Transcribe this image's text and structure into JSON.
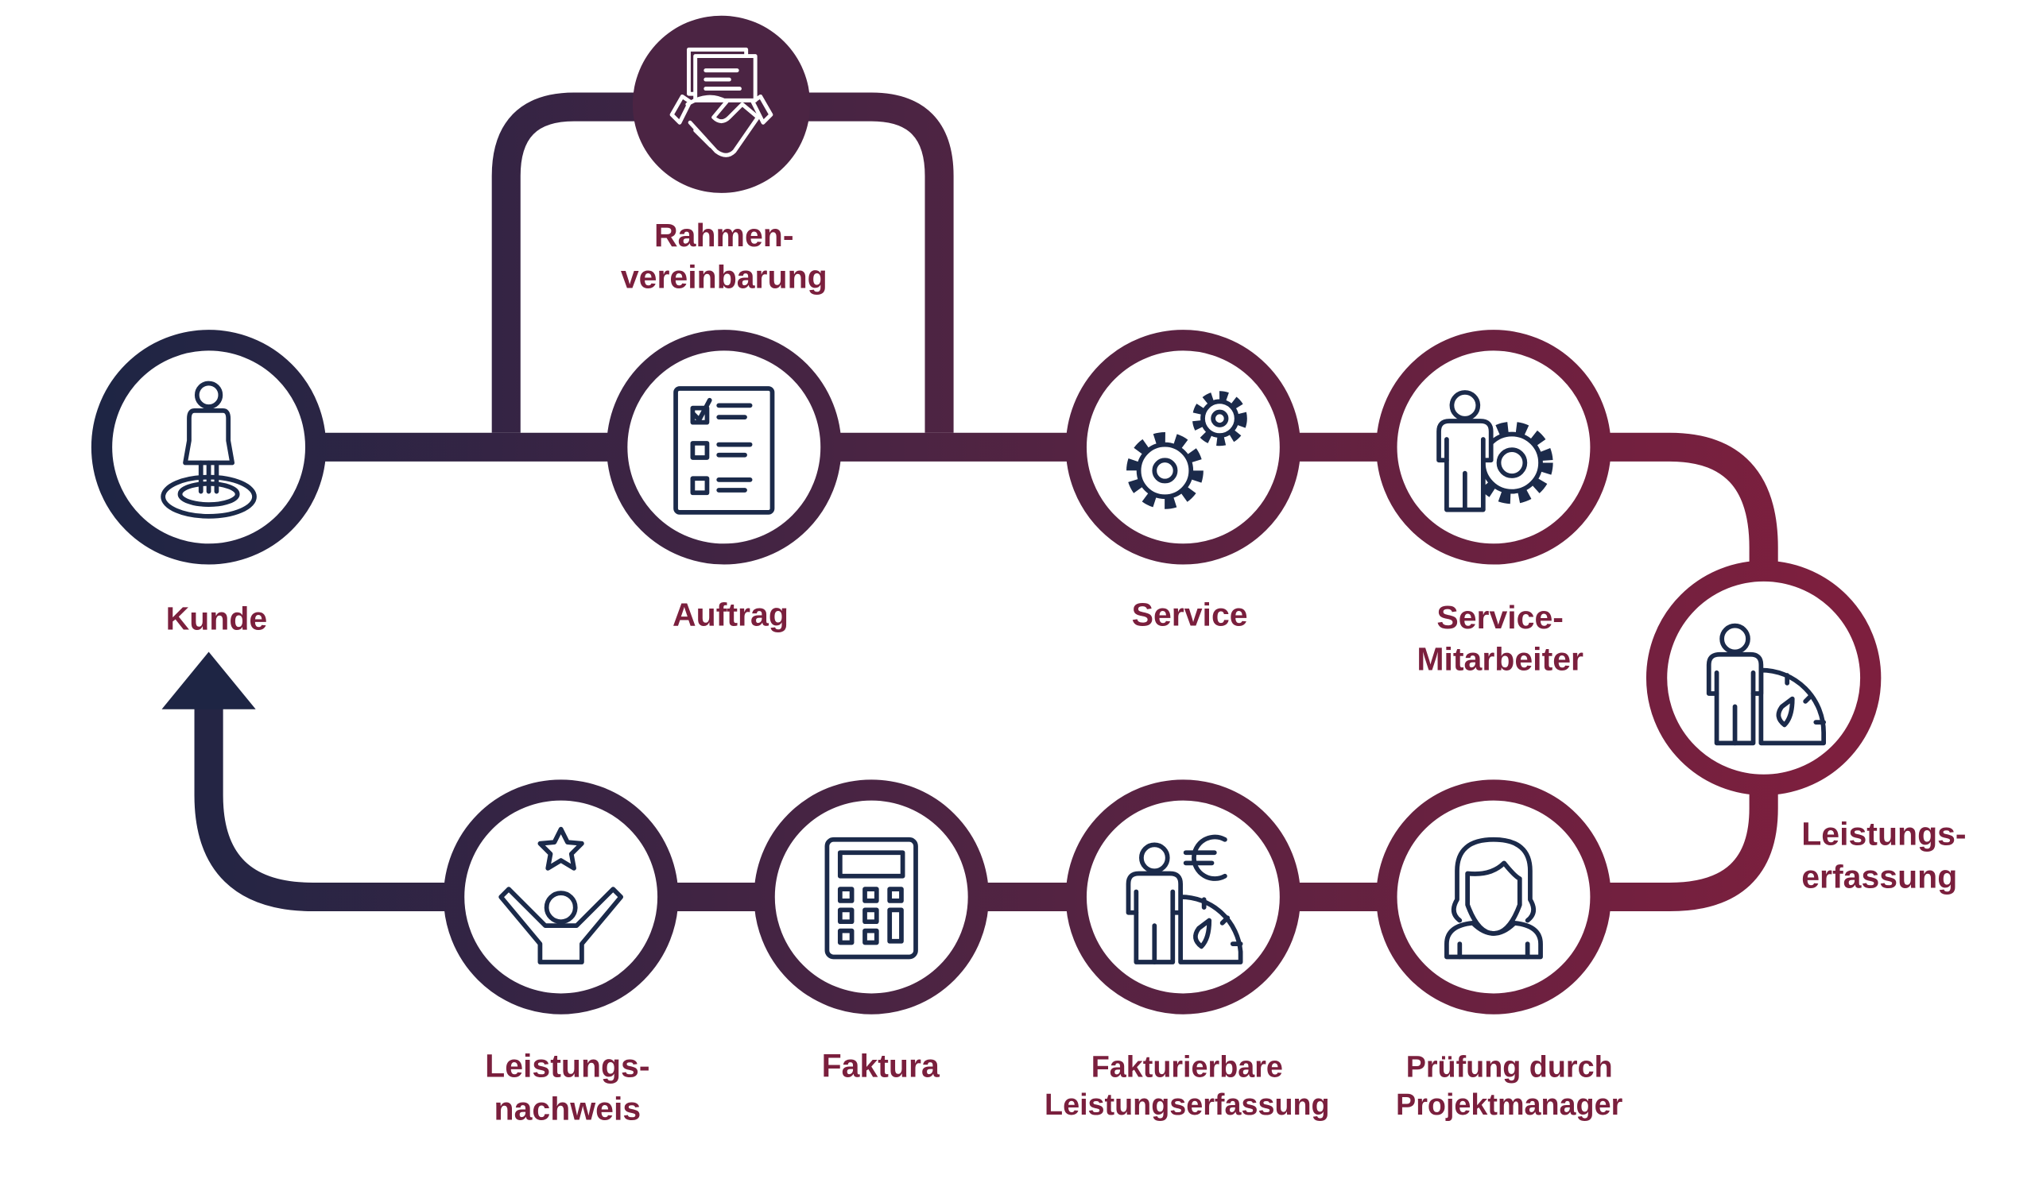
{
  "diagram": {
    "title": "Service process cycle",
    "colors": {
      "start": "#1e2544",
      "end": "#7d1f3e",
      "label": "#7a1f3d",
      "icon": "#1b2a4a"
    },
    "nodes": [
      {
        "id": "kunde",
        "lines": [
          "Kunde"
        ],
        "icon": "person-target-icon"
      },
      {
        "id": "rahmen",
        "lines": [
          "Rahmen-",
          "vereinbarung"
        ],
        "icon": "handshake-document-icon"
      },
      {
        "id": "auftrag",
        "lines": [
          "Auftrag"
        ],
        "icon": "checklist-icon"
      },
      {
        "id": "service",
        "lines": [
          "Service"
        ],
        "icon": "gears-icon"
      },
      {
        "id": "service-mitarbeiter",
        "lines": [
          "Service-",
          "Mitarbeiter"
        ],
        "icon": "person-gear-icon"
      },
      {
        "id": "leistungserfassung",
        "lines": [
          "Leistungs-",
          "erfassung"
        ],
        "icon": "person-gauge-icon"
      },
      {
        "id": "pruefung",
        "lines": [
          "Prüfung durch",
          "Projektmanager"
        ],
        "icon": "woman-icon"
      },
      {
        "id": "fakturierbare",
        "lines": [
          "Fakturierbare",
          "Leistungserfassung"
        ],
        "icon": "person-gauge-euro-icon"
      },
      {
        "id": "faktura",
        "lines": [
          "Faktura"
        ],
        "icon": "calculator-icon"
      },
      {
        "id": "leistungsnachweis",
        "lines": [
          "Leistungs-",
          "nachweis"
        ],
        "icon": "person-star-icon"
      }
    ]
  }
}
